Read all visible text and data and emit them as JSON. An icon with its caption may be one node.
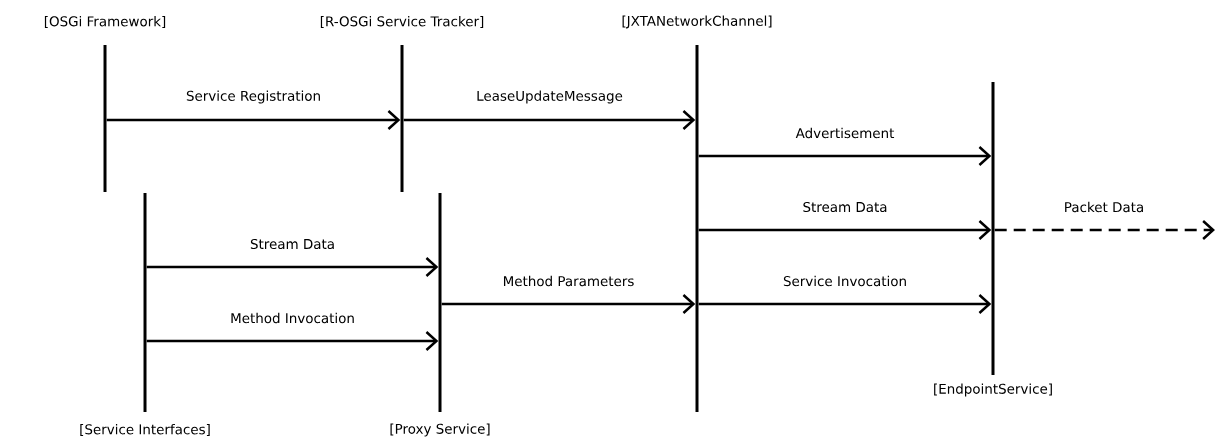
{
  "diagram": {
    "nodes": [
      {
        "text": [
          "[OSGi Framework]"
        ]
      },
      {
        "text": [
          "[R-OSGi Service Tracker]"
        ]
      },
      {
        "text": [
          "[JXTANetworkChannel]"
        ]
      },
      {
        "text": [
          "[EndpointService]"
        ]
      },
      {
        "text": [
          "[Service Interfaces]"
        ]
      },
      {
        "text": [
          "[Proxy Service]"
        ]
      }
    ],
    "edges": [
      {
        "from": 0,
        "to": 1,
        "arrow": "to",
        "label": "Service Registration"
      },
      {
        "from": 1,
        "to": 2,
        "arrow": "to",
        "label": "LeaseUpdateMessage"
      },
      {
        "from": 2,
        "to": 3,
        "arrow": "to",
        "label": "Advertisement"
      },
      {
        "from": 2,
        "to": 3,
        "arrow": "to",
        "label": "Stream Data"
      },
      {
        "from": 3,
        "to": null,
        "arrow": "to",
        "label": "Packet Data",
        "style": "dashed"
      },
      {
        "from": 4,
        "to": 5,
        "arrow": "to",
        "label": "Stream Data"
      },
      {
        "from": 5,
        "to": 2,
        "arrow": "to",
        "label": "Method Parameters"
      },
      {
        "from": 2,
        "to": 3,
        "arrow": "to",
        "label": "Service Invocation"
      },
      {
        "from": 4,
        "to": 5,
        "arrow": "to",
        "label": "Method Invocation"
      }
    ]
  }
}
